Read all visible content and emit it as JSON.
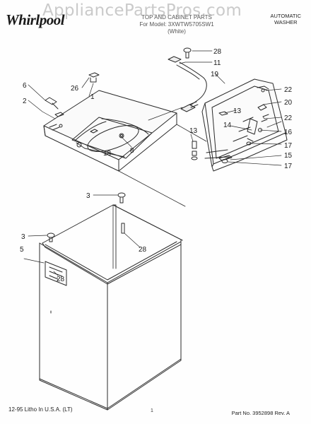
{
  "header": {
    "brand": "Whirlpool",
    "title_line1": "TOP AND CABINET PARTS",
    "title_line2": "For Model: 3XWTW5705SW1",
    "title_line3": "(White)",
    "product_line1": "AUTOMATIC",
    "product_line2": "WASHER"
  },
  "watermark": "AppliancePartsPros.com",
  "callouts": [
    "28",
    "11",
    "26",
    "1",
    "6",
    "2",
    "19",
    "22",
    "20",
    "13",
    "22",
    "13",
    "14",
    "16",
    "17",
    "18",
    "8",
    "15",
    "17",
    "3",
    "3",
    "28",
    "5",
    "28"
  ],
  "footer": {
    "litho": "12-95 Litho In U.S.A. (LT)",
    "page": "1",
    "part_no": "Part No. 3952898 Rev. A"
  }
}
